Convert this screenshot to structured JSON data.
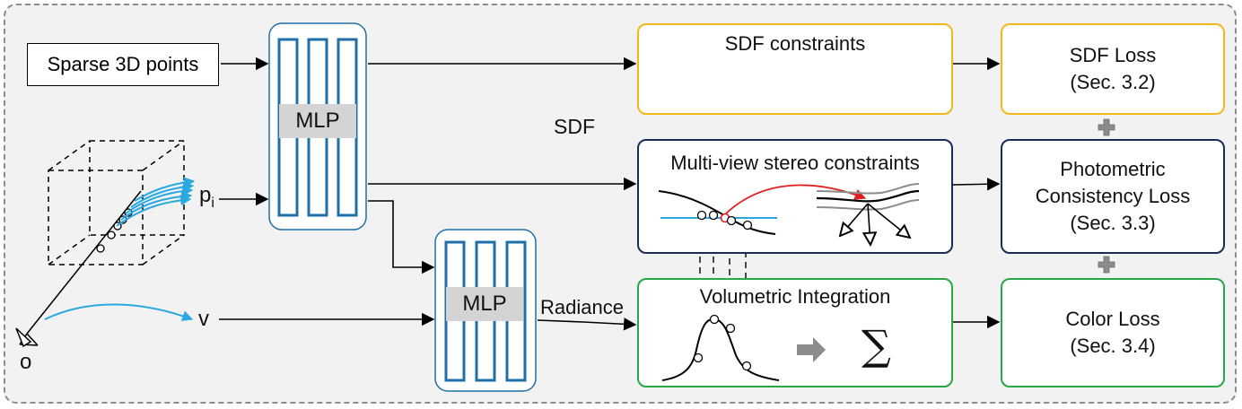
{
  "input": {
    "label": "Sparse 3D points"
  },
  "mlp_top": {
    "label": "MLP"
  },
  "mlp_bottom": {
    "label": "MLP"
  },
  "edge_labels": {
    "sdf": "SDF",
    "radiance": "Radiance"
  },
  "symbols": {
    "p": "p",
    "p_sub": "i",
    "v": "v",
    "o": "o",
    "sum": "∑"
  },
  "constraints": [
    {
      "title": "SDF constraints",
      "color": "#f2b81a"
    },
    {
      "title": "Multi-view stereo constraints",
      "color": "#1a2c5a"
    },
    {
      "title": "Volumetric Integration",
      "color": "#27a844"
    }
  ],
  "losses": [
    {
      "line1": "SDF Loss",
      "line2": "(Sec. 3.2)",
      "color": "#f2b81a"
    },
    {
      "line1": "Photometric",
      "line2": "Consistency Loss",
      "line3": "(Sec. 3.3)",
      "color": "#1a2c5a"
    },
    {
      "line1": "Color Loss",
      "line2": "(Sec. 3.4)",
      "color": "#27a844"
    }
  ],
  "colors": {
    "mlp_bar": "#1f6fa8",
    "ray_blue": "#2aa8e0",
    "red_arrow": "#e02020",
    "plus": "#8c8c8c"
  }
}
